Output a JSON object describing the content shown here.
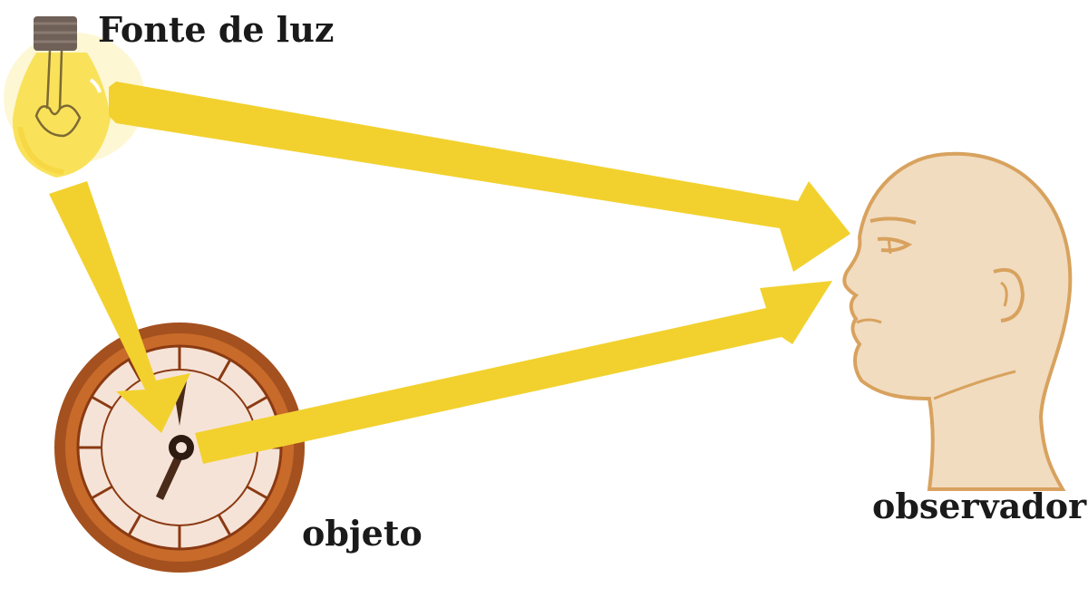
{
  "labels": {
    "light_source": "Fonte de luz",
    "object": "objeto",
    "observer": "observador"
  },
  "colors": {
    "ray": "#F2D12E",
    "bulb_glow": "#FBEA7A",
    "skin": "#F1DCC0",
    "skin_outline": "#D8A25E",
    "clock_rim": "#A4511F",
    "clock_face": "#F6E3D8"
  },
  "icons": [
    "light-bulb-icon",
    "clock-icon",
    "human-head-icon"
  ]
}
